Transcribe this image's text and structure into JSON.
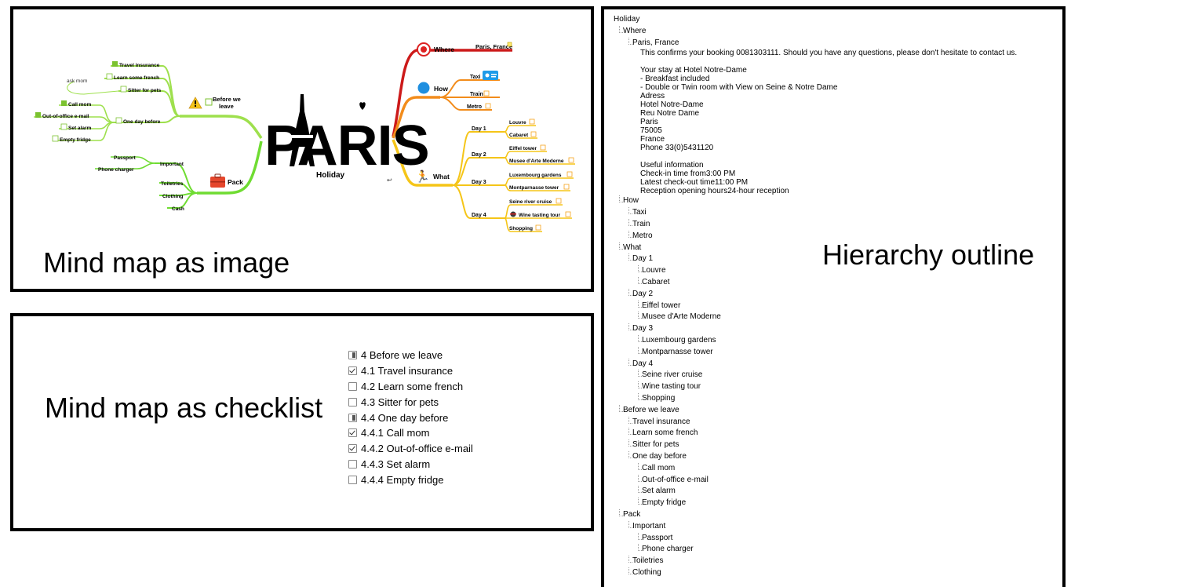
{
  "labels": {
    "image_panel": "Mind map as image",
    "checklist_panel": "Mind map as checklist",
    "outline_panel": "Hierarchy outline"
  },
  "mindmap": {
    "logo_text": "PARIS",
    "root": "Holiday",
    "where": {
      "label": "Where",
      "child": "Paris, France"
    },
    "how": {
      "label": "How",
      "children": [
        "Taxi",
        "Train",
        "Metro"
      ]
    },
    "what": {
      "label": "What",
      "days": [
        {
          "label": "Day 1",
          "items": [
            "Louvre",
            "Cabaret"
          ]
        },
        {
          "label": "Day 2",
          "items": [
            "Eiffel tower",
            "Musee d'Arte Moderne"
          ]
        },
        {
          "label": "Day 3",
          "items": [
            "Luxembourg gardens",
            "Montparnasse tower"
          ]
        },
        {
          "label": "Day 4",
          "items": [
            "Seine river cruise",
            "Wine tasting tour",
            "Shopping"
          ]
        }
      ]
    },
    "before": {
      "label_line1": "Before we",
      "label_line2": "leave",
      "items": [
        "Travel insurance",
        "Learn some french",
        "Sitter for pets"
      ],
      "note": "ask mom",
      "one_day": {
        "label": "One day before",
        "items": [
          "Call mom",
          "Out-of-office e-mail",
          "Set alarm",
          "Empty fridge"
        ]
      }
    },
    "pack": {
      "label": "Pack",
      "important": {
        "label": "Important",
        "items": [
          "Passport",
          "Phone charger"
        ]
      },
      "items": [
        "Toiletries",
        "Clothing",
        "Cash"
      ]
    },
    "colors": {
      "where": "#cc1a1a",
      "how": "#f28c1b",
      "what": "#f5c518",
      "before": "#9ee04d",
      "pack": "#6fdc32"
    }
  },
  "checklist": [
    {
      "text": "4 Before we leave",
      "state": "partial"
    },
    {
      "text": "4.1 Travel insurance",
      "state": "checked"
    },
    {
      "text": "4.2 Learn some french",
      "state": "unchecked"
    },
    {
      "text": "4.3 Sitter for pets",
      "state": "unchecked"
    },
    {
      "text": "4.4 One day before",
      "state": "partial"
    },
    {
      "text": "4.4.1 Call mom",
      "state": "checked"
    },
    {
      "text": "4.4.2 Out-of-office e-mail",
      "state": "checked"
    },
    {
      "text": "4.4.3 Set alarm",
      "state": "unchecked"
    },
    {
      "text": "4.4.4 Empty fridge",
      "state": "unchecked"
    }
  ],
  "outline": [
    {
      "text": "Holiday",
      "level": 0
    },
    {
      "text": "Where",
      "level": 1
    },
    {
      "text": "Paris, France",
      "level": 2
    },
    {
      "note": "This confirms your booking 0081303111. Should you have any questions, please don't hesitate to contact us.\n\nYour stay at Hotel Notre-Dame\n- Breakfast included\n- Double or Twin room with View on Seine & Notre Dame\nAdress\nHotel Notre-Dame\nReu Notre Dame\nParis\n75005\nFrance\nPhone 33(0)5431120\n\nUseful information\nCheck-in time from3:00 PM\nLatest check-out time11:00 PM\nReception opening hours24-hour reception"
    },
    {
      "text": "How",
      "level": 1
    },
    {
      "text": "Taxi",
      "level": 2
    },
    {
      "text": "Train",
      "level": 2
    },
    {
      "text": "Metro",
      "level": 2
    },
    {
      "text": "What",
      "level": 1
    },
    {
      "text": "Day 1",
      "level": 2
    },
    {
      "text": "Louvre",
      "level": 3
    },
    {
      "text": "Cabaret",
      "level": 3
    },
    {
      "text": "Day 2",
      "level": 2
    },
    {
      "text": "Eiffel tower",
      "level": 3
    },
    {
      "text": "Musee d'Arte Moderne",
      "level": 3
    },
    {
      "text": "Day 3",
      "level": 2
    },
    {
      "text": "Luxembourg gardens",
      "level": 3
    },
    {
      "text": "Montparnasse tower",
      "level": 3
    },
    {
      "text": "Day 4",
      "level": 2
    },
    {
      "text": "Seine river cruise",
      "level": 3
    },
    {
      "text": "Wine tasting tour",
      "level": 3
    },
    {
      "text": "Shopping",
      "level": 3
    },
    {
      "text": "Before we leave",
      "level": 1
    },
    {
      "text": "Travel insurance",
      "level": 2
    },
    {
      "text": "Learn some french",
      "level": 2
    },
    {
      "text": "Sitter for pets",
      "level": 2
    },
    {
      "text": "One day before",
      "level": 2
    },
    {
      "text": "Call mom",
      "level": 3
    },
    {
      "text": "Out-of-office e-mail",
      "level": 3
    },
    {
      "text": "Set alarm",
      "level": 3
    },
    {
      "text": "Empty fridge",
      "level": 3
    },
    {
      "text": "Pack",
      "level": 1
    },
    {
      "text": "Important",
      "level": 2
    },
    {
      "text": "Passport",
      "level": 3
    },
    {
      "text": "Phone charger",
      "level": 3
    },
    {
      "text": "Toiletries",
      "level": 2
    },
    {
      "text": "Clothing",
      "level": 2
    }
  ]
}
